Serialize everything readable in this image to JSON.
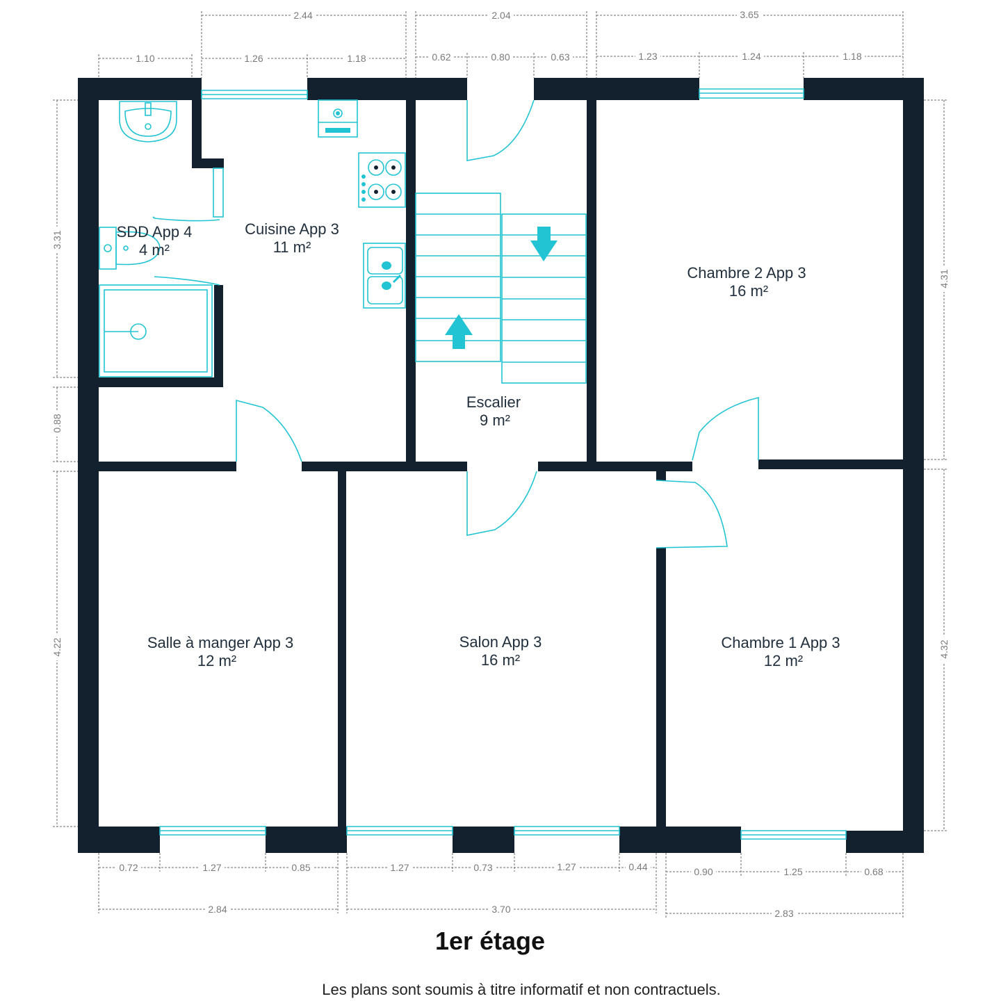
{
  "rooms": [
    {
      "name": "SDD App 4",
      "area": "4 m²"
    },
    {
      "name": "Cuisine App 3",
      "area": "11 m²"
    },
    {
      "name": "Escalier",
      "area": "9 m²"
    },
    {
      "name": "Chambre 2 App 3",
      "area": "16 m²"
    },
    {
      "name": "Salle à manger App 3",
      "area": "12 m²"
    },
    {
      "name": "Salon App 3",
      "area": "16 m²"
    },
    {
      "name": "Chambre 1 App 3",
      "area": "12 m²"
    }
  ],
  "dimensions": {
    "top_overall": [
      "2.44",
      "2.04",
      "3.65"
    ],
    "top_detail": [
      "1.10",
      "1.26",
      "1.18",
      "0.62",
      "0.80",
      "0.63",
      "1.23",
      "1.24",
      "1.18"
    ],
    "left": [
      "3.31",
      "0.88",
      "4.22"
    ],
    "right": [
      "4.31",
      "4.32"
    ],
    "bottom_detail": [
      "0.72",
      "1.27",
      "0.85",
      "1.27",
      "0.73",
      "1.27",
      "0.44",
      "0.90",
      "1.25",
      "0.68"
    ],
    "bottom_overall": [
      "2.84",
      "3.70",
      "2.83"
    ]
  },
  "title": "1er étage",
  "disclaimer": "Les plans sont soumis à titre informatif et non contractuels.",
  "colors": {
    "wall": "#13202e",
    "fixture": "#22c4d4",
    "dimension": "#7a7a7a"
  }
}
